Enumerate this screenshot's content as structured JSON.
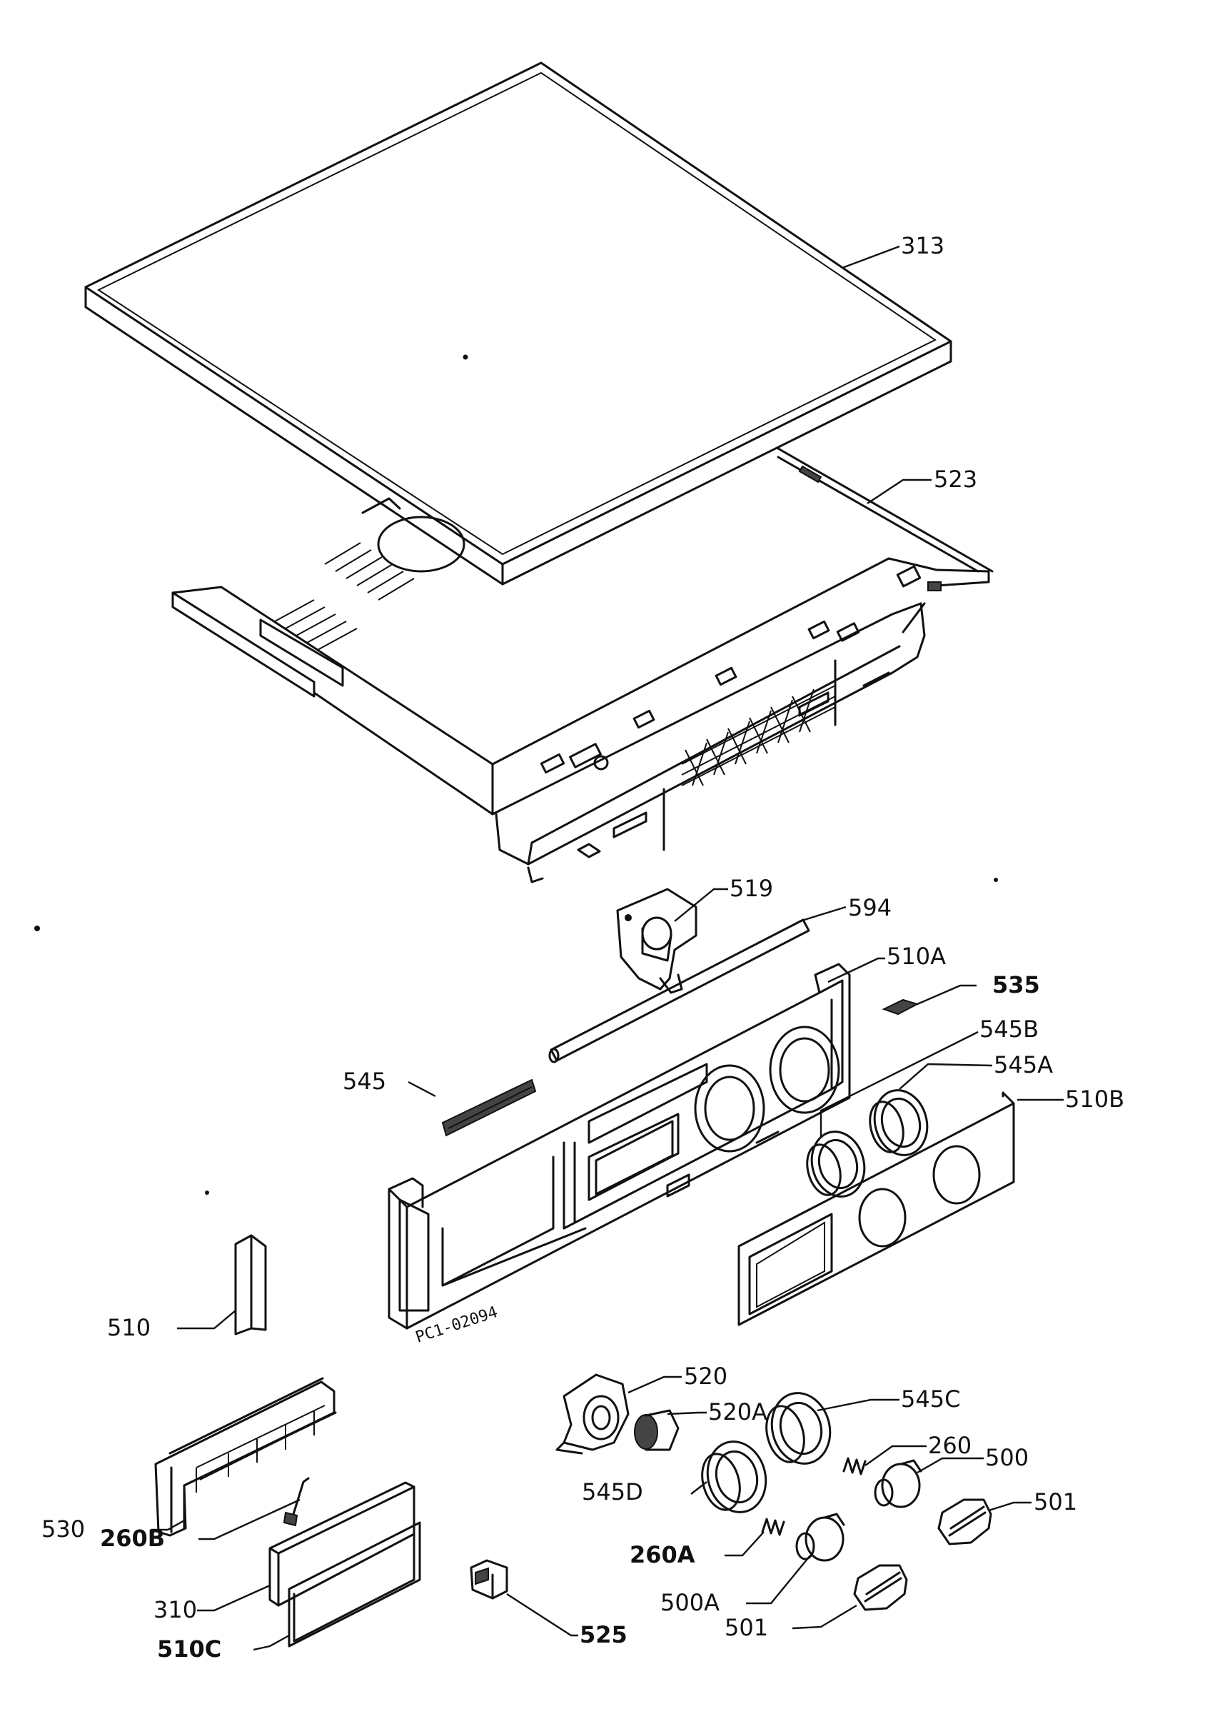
{
  "parts": [
    {
      "id": "313",
      "text": "313"
    },
    {
      "id": "523",
      "text": "523"
    },
    {
      "id": "519",
      "text": "519"
    },
    {
      "id": "594",
      "text": "594"
    },
    {
      "id": "510a",
      "text": "510A"
    },
    {
      "id": "535",
      "text": "535"
    },
    {
      "id": "545b",
      "text": "545B"
    },
    {
      "id": "545",
      "text": "545"
    },
    {
      "id": "545a",
      "text": "545A"
    },
    {
      "id": "510b",
      "text": "510B"
    },
    {
      "id": "510",
      "text": "510"
    },
    {
      "id": "520",
      "text": "520"
    },
    {
      "id": "520a",
      "text": "520A"
    },
    {
      "id": "545c",
      "text": "545C"
    },
    {
      "id": "260",
      "text": "260"
    },
    {
      "id": "500",
      "text": "500"
    },
    {
      "id": "501-right",
      "text": "501"
    },
    {
      "id": "530",
      "text": "530"
    },
    {
      "id": "545d",
      "text": "545D"
    },
    {
      "id": "260b",
      "text": "260B"
    },
    {
      "id": "260a",
      "text": "260A"
    },
    {
      "id": "310",
      "text": "310"
    },
    {
      "id": "500a",
      "text": "500A"
    },
    {
      "id": "501-left",
      "text": "501"
    },
    {
      "id": "510c",
      "text": "510C"
    },
    {
      "id": "525",
      "text": "525"
    }
  ],
  "stamp": "PC1-02094"
}
